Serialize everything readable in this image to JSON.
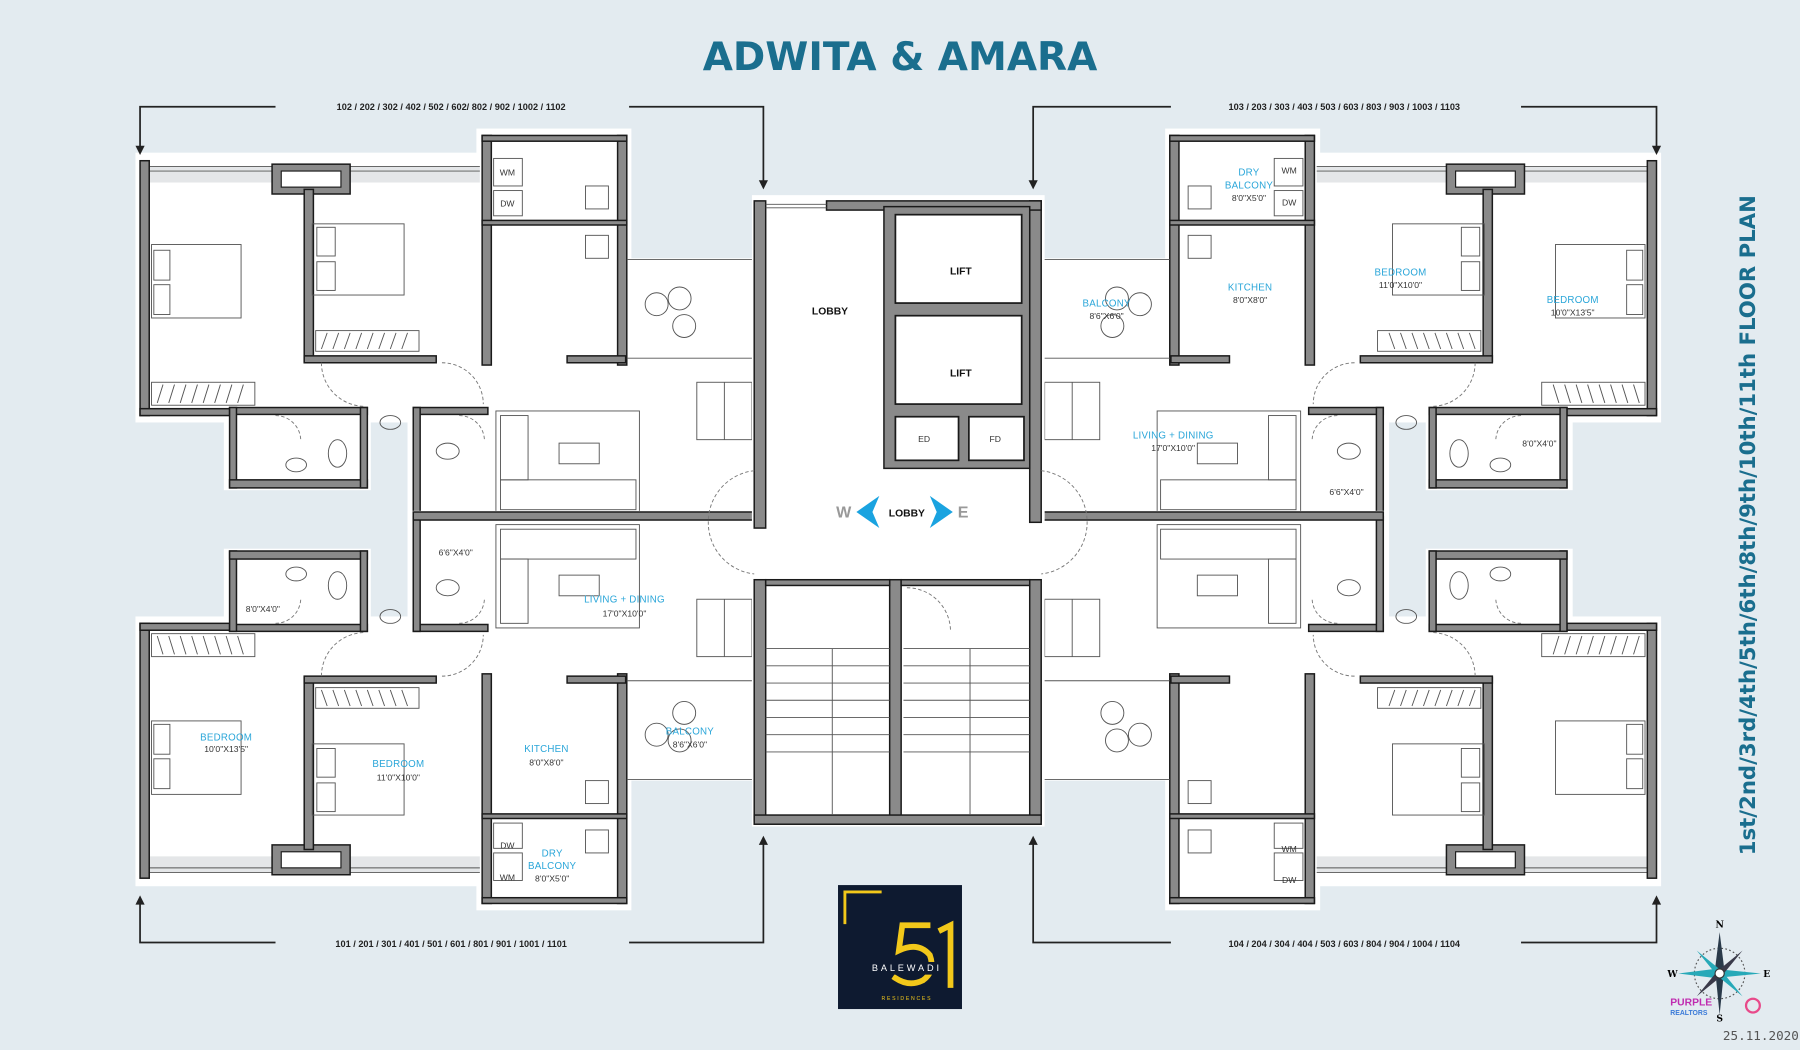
{
  "title": "ADWITA & AMARA",
  "floor_plan_label": "1st/2nd/3rd/4th/5th/6th/8th/9th/10th/11th FLOOR PLAN",
  "colors": {
    "title": "#1a6e8e",
    "room_label": "#2aa6d9",
    "lobby_arrow": "#1aa3e0",
    "background": "#e3ebf0",
    "logo_bg": "#0e1a30",
    "logo_gold": "#f2c81a"
  },
  "units": {
    "top_left": "102 / 202 / 302 / 402 / 502 / 602/ 802 / 902 / 1002 / 1102",
    "top_right": "103 / 203 / 303 / 403 / 503 / 603 / 803 / 903 / 1003 / 1103",
    "bottom_left": "101 / 201 / 301 / 401 / 501 / 601 / 801 / 901 / 1001 / 1101",
    "bottom_right": "104 / 204 / 304 / 404 / 503 / 603 / 804 / 904 / 1004 / 1104"
  },
  "core": {
    "lobby": "LOBBY",
    "lift_1": "LIFT",
    "lift_2": "LIFT",
    "ed": "ED",
    "fd": "FD",
    "direction": {
      "west": "W",
      "label": "LOBBY",
      "east": "E"
    }
  },
  "top_right_rooms": {
    "balcony": {
      "name": "BALCONY",
      "size": "8'6\"X6'0\""
    },
    "dry_balcony": {
      "name_1": "DRY",
      "name_2": "BALCONY",
      "size": "8'0\"X5'0\""
    },
    "kitchen": {
      "name": "KITCHEN",
      "size": "8'0\"X8'0\""
    },
    "bedroom_1": {
      "name": "BEDROOM",
      "size": "11'0\"X10'0\""
    },
    "bedroom_2": {
      "name": "BEDROOM",
      "size": "10'0\"X13'5\""
    },
    "living": {
      "name": "LIVING + DINING",
      "size": "17'0\"X10'0\""
    },
    "bath_1": "8'0\"X4'0\"",
    "bath_2": "6'6\"X4'0\"",
    "wm": "WM",
    "dw": "DW"
  },
  "bottom_left_rooms": {
    "balcony": {
      "name": "BALCONY",
      "size": "8'6\"X6'0\""
    },
    "dry_balcony": {
      "name_1": "DRY",
      "name_2": "BALCONY",
      "size": "8'0\"X5'0\""
    },
    "kitchen": {
      "name": "KITCHEN",
      "size": "8'0\"X8'0\""
    },
    "bedroom_1": {
      "name": "BEDROOM",
      "size": "11'0\"X10'0\""
    },
    "bedroom_2": {
      "name": "BEDROOM",
      "size": "10'0\"X13'5\""
    },
    "living": {
      "name": "LIVING + DINING",
      "size": "17'0\"X10'0\""
    },
    "bath_1": "8'0\"X4'0\"",
    "bath_2": "6'6\"X4'0\"",
    "wm": "WM",
    "dw": "DW"
  },
  "top_left_appliances": {
    "wm": "WM",
    "dw": "DW"
  },
  "bottom_right_appliances": {
    "wm": "WM",
    "dw": "DW"
  },
  "logo": {
    "number": "51",
    "name": "BALEWADI",
    "tagline": "RESIDENCES"
  },
  "compass": {
    "n": "N",
    "s": "S",
    "e": "E",
    "w": "W"
  },
  "realtor_logo": {
    "line_1": "PURPLE",
    "line_2": "REALTORS"
  },
  "date": "25.11.2020"
}
